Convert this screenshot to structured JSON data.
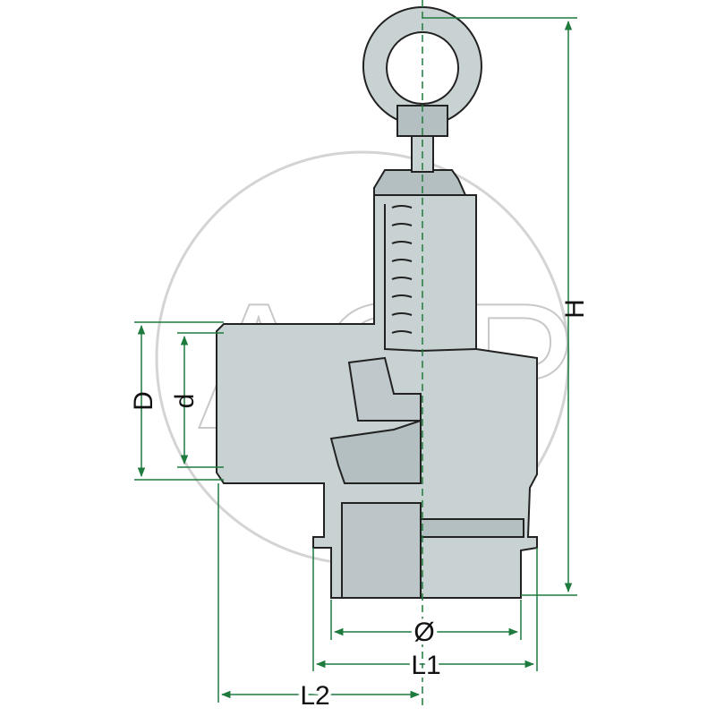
{
  "colors": {
    "body_fill": "#c9d2d3",
    "body_fill_dark": "#b4bfc1",
    "outline": "#222222",
    "dimension_line": "#1f7a3e",
    "watermark": "#cfcfcf"
  },
  "watermark": {
    "text": "AGP"
  },
  "dimensions": {
    "H": "H",
    "D": "D",
    "d": "d",
    "diameter": "Ø",
    "L1": "L1",
    "L2": "L2"
  }
}
